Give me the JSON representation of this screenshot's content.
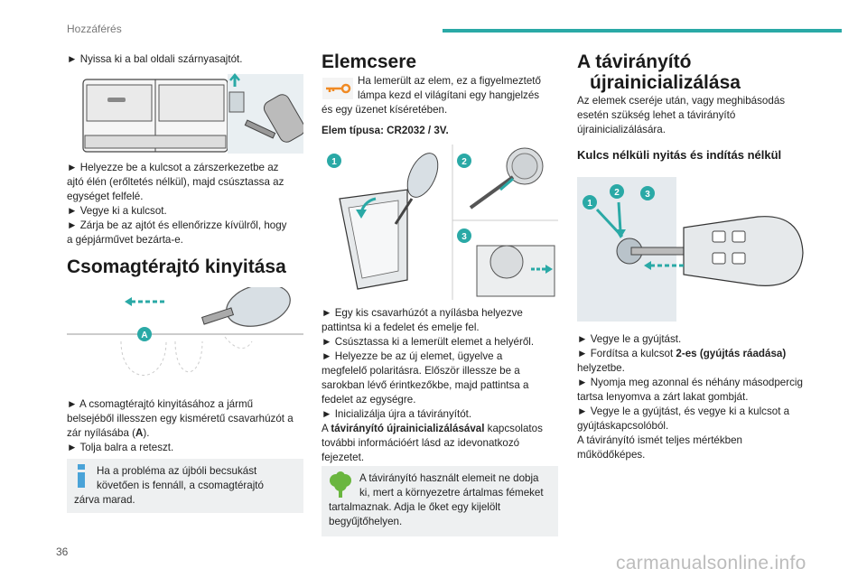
{
  "header": {
    "title": "Hozzáférés"
  },
  "page_number": "36",
  "watermark": "carmanualsonline.info",
  "col1": {
    "p1": "► Nyissa ki a bal oldali szárnyasajtót.",
    "p2a": "► Helyezze be a kulcsot a zárszerkezetbe az",
    "p2b": "ajtó élén (erőltetés nélkül), majd csúsztassa az",
    "p2c": "egységet felfelé.",
    "p2d": "► Vegye ki a kulcsot.",
    "p2e": "► Zárja be az ajtót és ellenőrizze kívülről, hogy",
    "p2f": "a gépjárművet bezárta-e.",
    "heading": "Csomagtérajtó kinyitása",
    "label_a": "A",
    "p3a": "► A csomagtérajtó kinyitásához a jármű",
    "p3b": "belsejéből illesszen egy kisméretű csavarhúzót a",
    "p3c1": "zár nyílásába (",
    "p3c2": "A",
    "p3c3": ").",
    "p3d": "► Tolja balra a reteszt.",
    "info_a": "Ha a probléma az újbóli becsukást",
    "info_b": "követően is fennáll, a csomagtérajtó",
    "info_c": "zárva marad."
  },
  "col2": {
    "heading": "Elemcsere",
    "p1a": "Ha lemerült az elem, ez a figyelmeztető",
    "p1b": "lámpa kezd el világítani egy hangjelzés",
    "p1c": "és egy üzenet kíséretében.",
    "battery_type": "Elem típusa: CR2032 / 3V.",
    "n1": "1",
    "n2": "2",
    "n3": "3",
    "s1": "► Egy kis csavarhúzót a nyílásba helyezve",
    "s2": "pattintsa ki a fedelet és emelje fel.",
    "s3": "► Csúsztassa ki a lemerült elemet a helyéről.",
    "s4": "► Helyezze be az új elemet, ügyelve a",
    "s5": "megfelelő polaritásra. Először illessze be a",
    "s6": "sarokban lévő érintkezőkbe, majd pattintsa a",
    "s7": "fedelet az egységre.",
    "s8": "► Inicializálja újra a távirányítót.",
    "s9a": "A ",
    "s9b": "távirányító újrainicializálásával",
    "s9c": " kapcsolatos",
    "s10": "további információért lásd az idevonatkozó",
    "s11": "fejezetet.",
    "env_a": "A távirányító használt elemeit ne dobja",
    "env_b": "ki, mert a környezetre ártalmas fémeket",
    "env_c": "tartalmaznak. Adja le őket egy kijelölt",
    "env_d": "begyűjtőhelyen."
  },
  "col3": {
    "heading_a": "A távirányító",
    "heading_b": "újrainicializálása",
    "p1a": "Az elemek cseréje után, vagy meghibásodás",
    "p1b": "esetén szükség lehet a távirányító",
    "p1c": "újrainicializálására.",
    "subheading": "Kulcs nélküli nyitás és indítás nélkül",
    "n1": "1",
    "n2": "2",
    "n3": "3",
    "s1": "► Vegye le a gyújtást.",
    "s2a": "► Fordítsa a kulcsot ",
    "s2b": "2-es (gyújtás ráadása)",
    "s2c": "helyzetbe.",
    "s3": "► Nyomja meg azonnal és néhány másodpercig",
    "s4": "tartsa lenyomva a zárt lakat gombját.",
    "s5": "► Vegye le a gyújtást, és vegye ki a kulcsot a",
    "s6": "gyújtáskapcsolóból.",
    "s7": "A távirányító ismét teljes mértékben",
    "s8": "működőképes."
  },
  "colors": {
    "accent": "#2aa9a6",
    "info_blue": "#4aa3d8",
    "eco_green": "#6ab63f",
    "warning_orange": "#f08a24",
    "box_bg": "#eef0f1"
  }
}
